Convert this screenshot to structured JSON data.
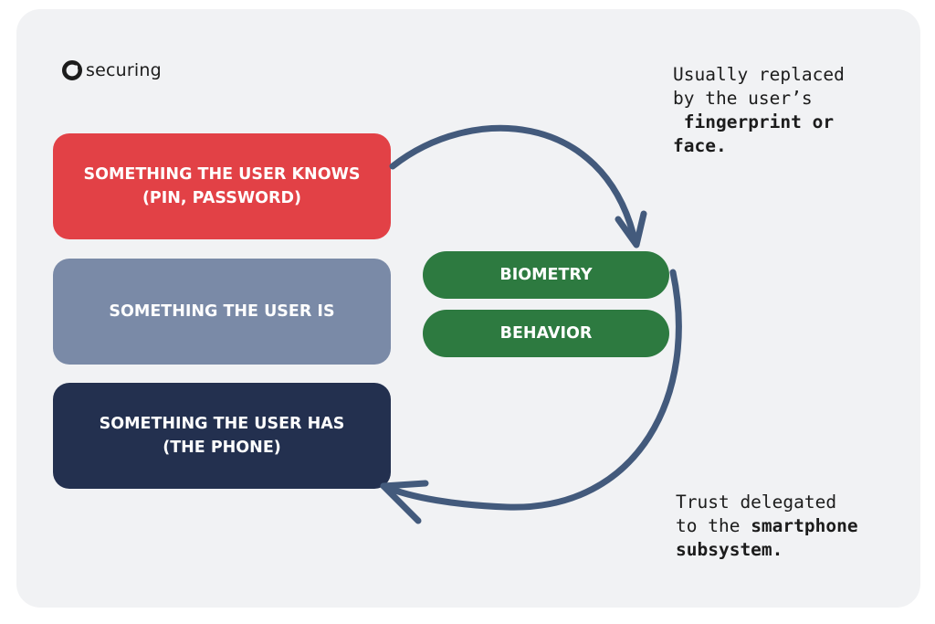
{
  "logo": {
    "text": "securing",
    "icon": "securing-logo-ring-icon"
  },
  "factors": [
    {
      "line1": "SOMETHING THE USER KNOWS",
      "line2": "(PIN, PASSWORD)",
      "color": "#e24146"
    },
    {
      "line1": "SOMETHING THE USER IS",
      "line2": "",
      "color": "#7a8aa7"
    },
    {
      "line1": "SOMETHING THE USER HAS",
      "line2": "(THE PHONE)",
      "color": "#23304f"
    }
  ],
  "pills": [
    {
      "label": "BIOMETRY",
      "color": "#2d7a40"
    },
    {
      "label": "BEHAVIOR",
      "color": "#2d7a40"
    }
  ],
  "note_top": {
    "line1": "Usually replaced",
    "line2": "by the user’s",
    "line3_bold": "fingerprint or",
    "line4_bold": "face."
  },
  "note_bottom": {
    "line1": "Trust delegated",
    "line2_plain": "to the ",
    "line2_bold": "smartphone",
    "line3_bold": "subsystem."
  },
  "colors": {
    "arrow": "#435a7c",
    "background": "#f1f2f4"
  }
}
